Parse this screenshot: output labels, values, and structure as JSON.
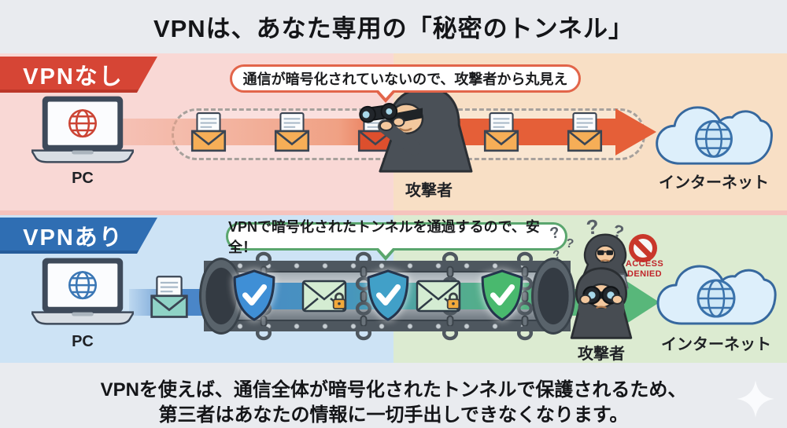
{
  "title": "VPNは、あなた専用の「秘密のトンネル」",
  "colors": {
    "no_vpn_accent": "#d64535",
    "vpn_accent": "#2f6eb3",
    "danger_arrow": "#e55f38",
    "safe_arrow": "#58b77a",
    "access_denied_red": "#c0252a"
  },
  "icons": {
    "pc": "laptop-globe-icon",
    "internet": "cloud-globe-icon",
    "attacker": "hooded-spy-binoculars-icon",
    "hacker": "hooded-hacker-laptop-icon",
    "shield": "shield-check-icon",
    "mail": "open-envelope-icon",
    "locked_mail": "envelope-padlock-icon",
    "blocked": "no-entry-icon",
    "sparkle": "four-point-star-icon"
  },
  "section_no_vpn": {
    "label": "VPNなし",
    "callout": "通信が暗号化されていないので、攻撃者から丸見え",
    "pc_label": "PC",
    "attacker_label": "攻撃者",
    "internet_label": "インターネット"
  },
  "section_vpn": {
    "label": "VPNあり",
    "callout": "VPNで暗号化されたトンネルを通過するので、安全！",
    "pc_label": "PC",
    "attacker_label": "攻撃者",
    "internet_label": "インターネット",
    "access_denied_line1": "ACCESS",
    "access_denied_line2": "DENIED",
    "question_mark": "?"
  },
  "footer": {
    "line1": "VPNを使えば、通信全体が暗号化されたトンネルで保護されるため、",
    "line2": "第三者はあなたの情報に一切手出しできなくなります。"
  }
}
